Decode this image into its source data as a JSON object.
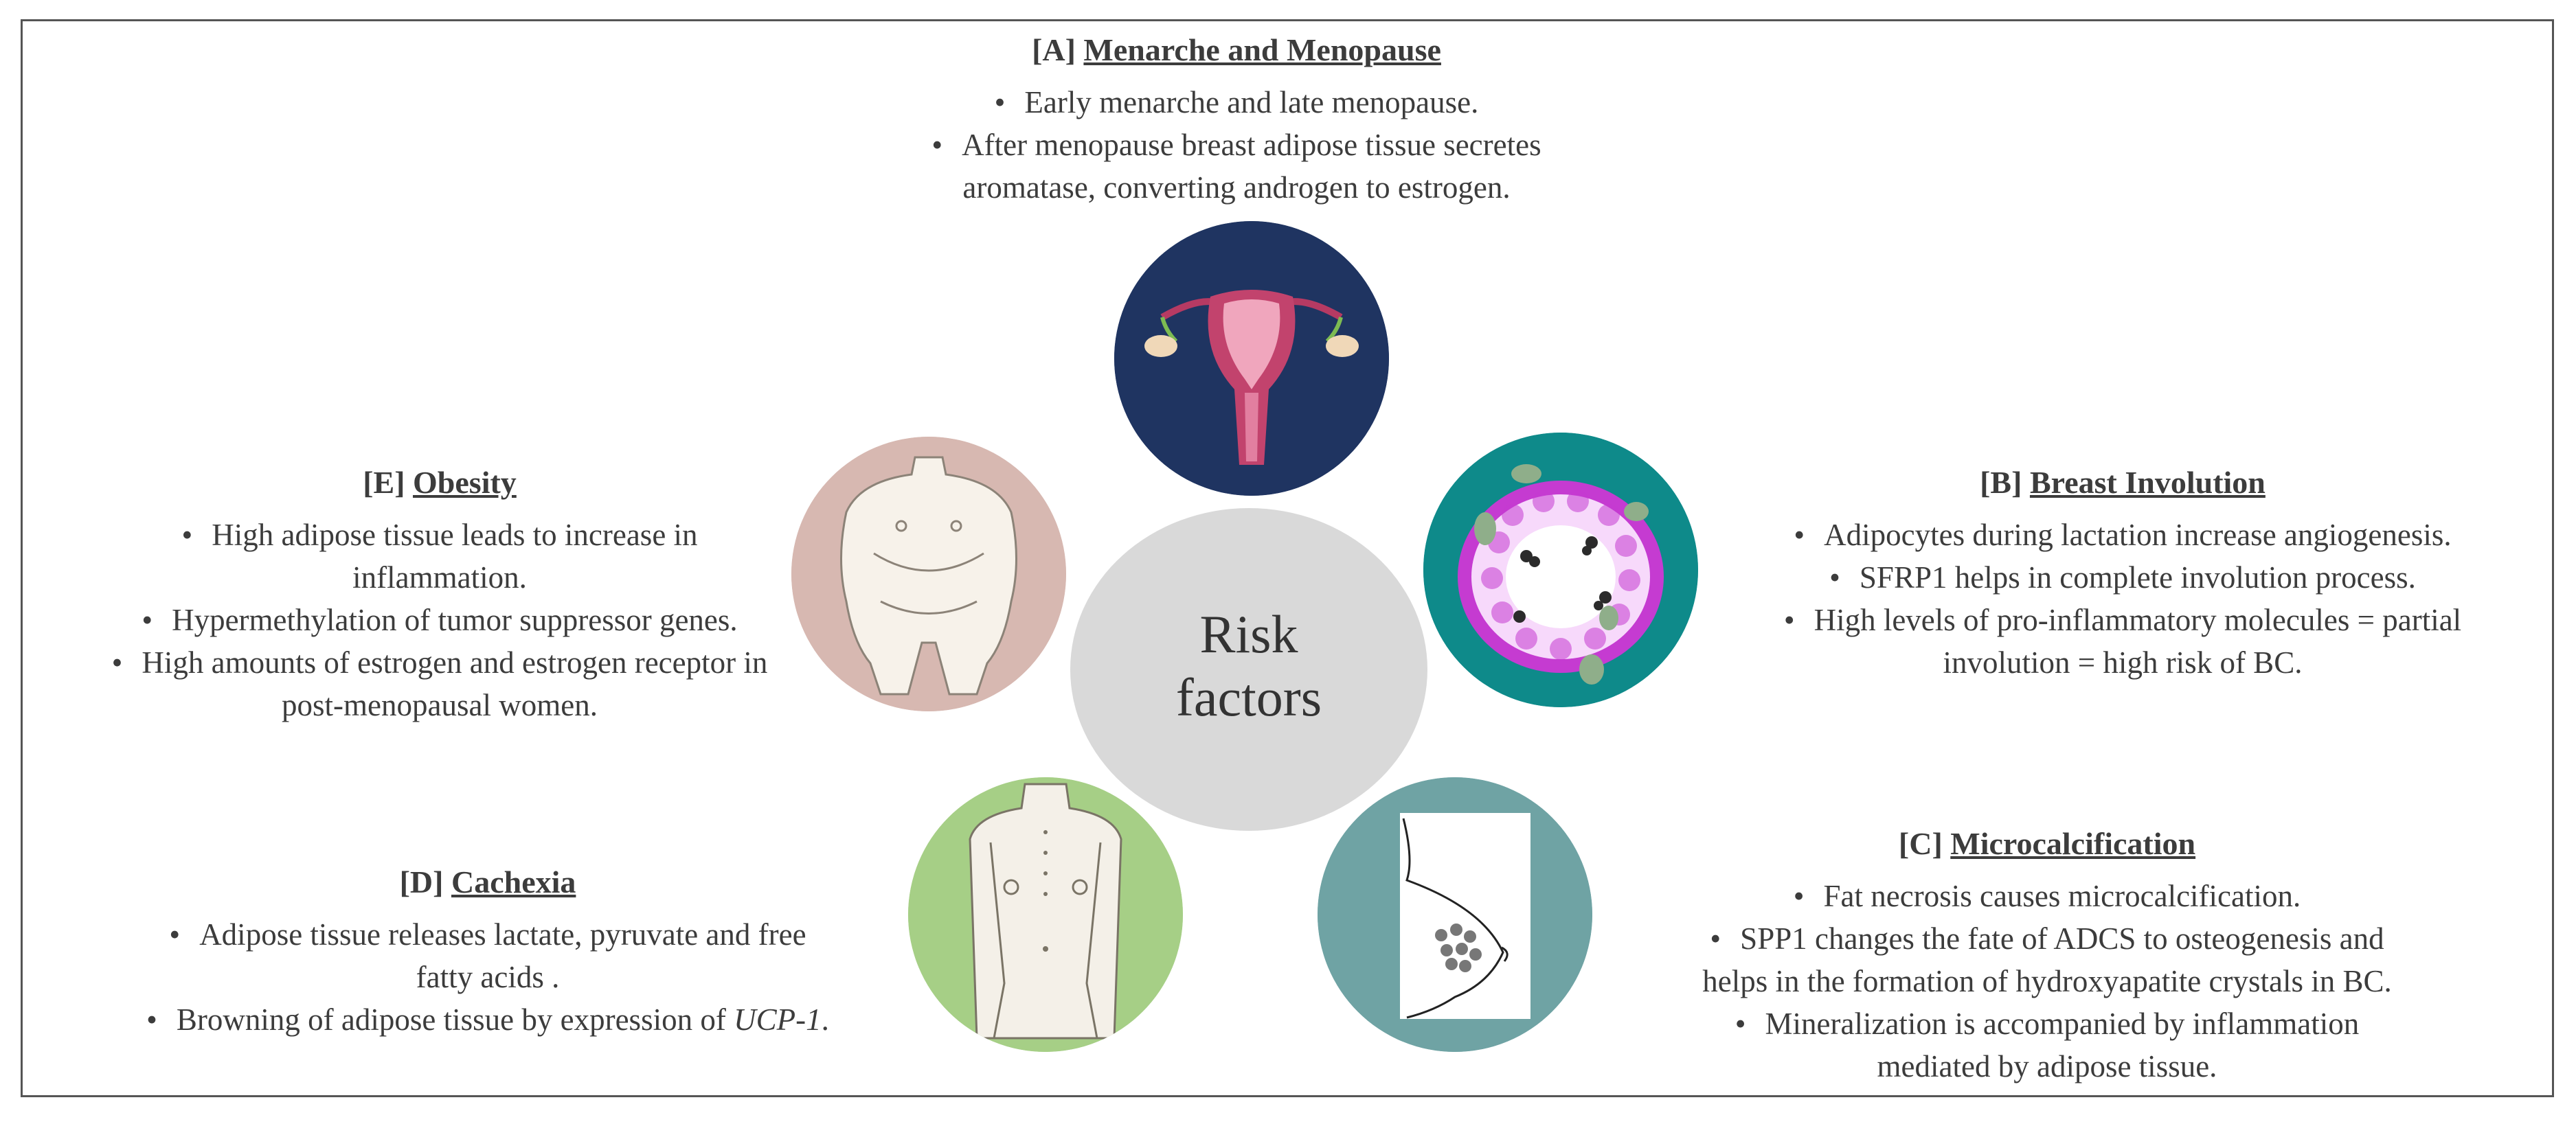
{
  "center": {
    "line1": "Risk",
    "line2": "factors"
  },
  "sections": {
    "A": {
      "tag": "[A]",
      "title": "Menarche and Menopause",
      "bullets": [
        "Early menarche and late menopause.",
        "After menopause breast adipose tissue secretes",
        "aromatase, converting androgen to estrogen."
      ]
    },
    "B": {
      "tag": "[B]",
      "title": "Breast Involution",
      "bullets": [
        "Adipocytes during lactation increase angiogenesis.",
        "SFRP1 helps in complete involution process.",
        "High levels of pro-inflammatory molecules = partial",
        "involution = high risk of BC."
      ]
    },
    "C": {
      "tag": "[C]",
      "title": "Microcalcification",
      "bullets": [
        "Fat necrosis causes microcalcification.",
        "SPP1 changes the fate of ADCS to osteogenesis and",
        "helps in the formation of hydroxyapatite crystals in BC.",
        "Mineralization is accompanied by inflammation",
        "mediated by adipose tissue."
      ]
    },
    "D": {
      "tag": "[D]",
      "title": "Cachexia",
      "bullets": [
        "Adipose tissue releases lactate, pyruvate and free",
        "fatty acids .",
        "Browning of adipose tissue by expression of ",
        "UCP-1",
        "."
      ]
    },
    "E": {
      "tag": "[E]",
      "title": "Obesity",
      "bullets": [
        "High adipose tissue leads to increase in",
        "inflammation.",
        "Hypermethylation of tumor suppressor genes.",
        "High amounts of estrogen and estrogen receptor in",
        "post-menopausal women."
      ]
    }
  },
  "colors": {
    "circle_A": "#1f3461",
    "circle_B": "#0e8a8a",
    "circle_C": "#6fa3a4",
    "circle_D": "#a6cf86",
    "circle_E": "#d7b8b1",
    "center": "#d9d9d9"
  },
  "icons": {
    "A": "uterus-icon",
    "B": "breast-lobule-cells-icon",
    "C": "breast-mammogram-icon",
    "D": "thin-torso-icon",
    "E": "obese-body-icon"
  }
}
